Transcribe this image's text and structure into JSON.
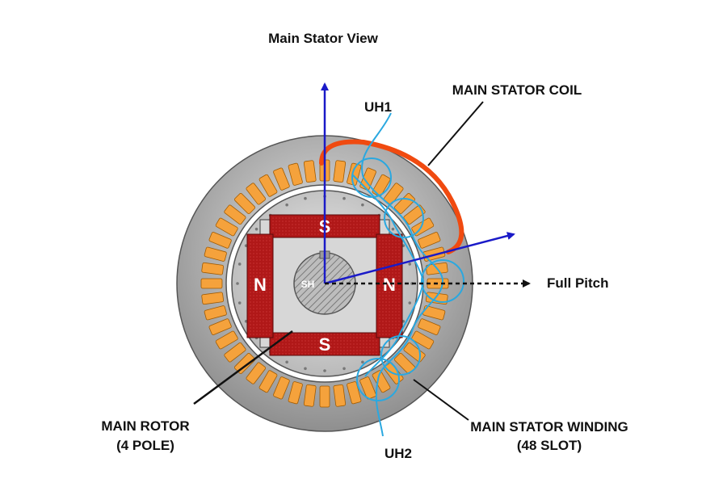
{
  "labels": {
    "title": "Main Stator View",
    "stator_coil": "MAIN STATOR COIL",
    "uh1": "UH1",
    "uh2": "UH2",
    "full_pitch": "Full Pitch",
    "rotor_line1": "MAIN ROTOR",
    "rotor_line2": "(4 POLE)",
    "winding_line1": "MAIN STATOR WINDING",
    "winding_line2": "(48 SLOT)",
    "shaft": "SH"
  },
  "poles": {
    "top": "S",
    "bottom": "S",
    "left": "N",
    "right": "N"
  },
  "stator_slots": 48,
  "colors": {
    "slot_fill": "#f5a23c",
    "slot_stroke": "#a05a00",
    "pole_fill": "#b01818",
    "coil": "#f04a10",
    "axis_arrow": "#1a1ac8",
    "circle_marker": "#2aa8e0",
    "stator_ring": "#9a9a9a",
    "rotor_core": "#c8c8c8"
  }
}
